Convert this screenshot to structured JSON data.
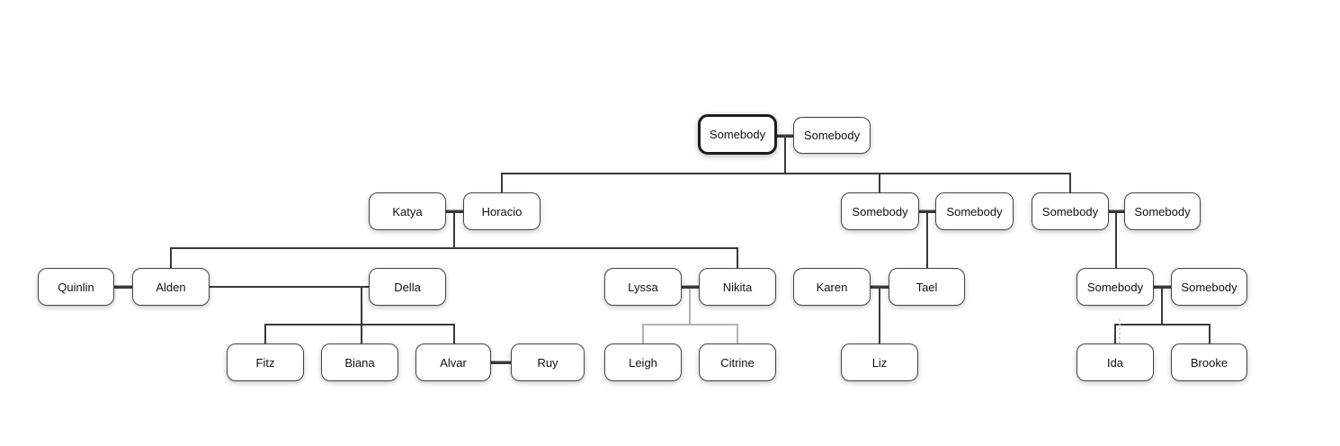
{
  "colors": {
    "link": "#3a3a3a",
    "link_muted": "#b3b3b3",
    "link_dotted": "#bdbdbd",
    "node_border": "#444444",
    "node_border_highlight": "#1c1c1c",
    "node_background": "#ffffff",
    "text": "#111111",
    "page_background": "#ffffff"
  },
  "tree": {
    "nodes": [
      {
        "label": "Somebody",
        "highlighted": true
      },
      {
        "label": "Somebody",
        "highlighted": false
      },
      {
        "label": "Katya",
        "highlighted": false
      },
      {
        "label": "Horacio",
        "highlighted": false
      },
      {
        "label": "Somebody",
        "highlighted": false
      },
      {
        "label": "Somebody",
        "highlighted": false
      },
      {
        "label": "Somebody",
        "highlighted": false
      },
      {
        "label": "Somebody",
        "highlighted": false
      },
      {
        "label": "Quinlin",
        "highlighted": false
      },
      {
        "label": "Alden",
        "highlighted": false
      },
      {
        "label": "Della",
        "highlighted": false
      },
      {
        "label": "Lyssa",
        "highlighted": false
      },
      {
        "label": "Nikita",
        "highlighted": false
      },
      {
        "label": "Karen",
        "highlighted": false
      },
      {
        "label": "Tael",
        "highlighted": false
      },
      {
        "label": "Somebody",
        "highlighted": false
      },
      {
        "label": "Somebody",
        "highlighted": false
      },
      {
        "label": "Fitz",
        "highlighted": false
      },
      {
        "label": "Biana",
        "highlighted": false
      },
      {
        "label": "Alvar",
        "highlighted": false
      },
      {
        "label": "Ruy",
        "highlighted": false
      },
      {
        "label": "Leigh",
        "highlighted": false
      },
      {
        "label": "Citrine",
        "highlighted": false
      },
      {
        "label": "Liz",
        "highlighted": false
      },
      {
        "label": "Ida",
        "highlighted": false
      },
      {
        "label": "Brooke",
        "highlighted": false
      }
    ],
    "families": [
      {
        "partners": [
          "Somebody",
          "Somebody"
        ],
        "children": [
          "Horacio",
          "Somebody",
          "Somebody"
        ],
        "link_style": "solid"
      },
      {
        "partners": [
          "Katya",
          "Horacio"
        ],
        "children": [
          "Alden",
          "Nikita"
        ],
        "link_style": "solid"
      },
      {
        "partners": [
          "Quinlin",
          "Alden"
        ],
        "children": [],
        "link_style": "solid"
      },
      {
        "partners": [
          "Alden",
          "Della"
        ],
        "children": [
          "Fitz",
          "Biana",
          "Alvar"
        ],
        "link_style": "thin-partnership"
      },
      {
        "partners": [
          "Alvar",
          "Ruy"
        ],
        "children": [],
        "link_style": "solid"
      },
      {
        "partners": [
          "Lyssa",
          "Nikita"
        ],
        "children": [
          "Leigh",
          "Citrine"
        ],
        "link_style": "muted"
      },
      {
        "partners": [
          "Somebody",
          "Somebody"
        ],
        "children": [
          "Tael"
        ],
        "link_style": "solid"
      },
      {
        "partners": [
          "Karen",
          "Tael"
        ],
        "children": [
          "Liz"
        ],
        "link_style": "solid"
      },
      {
        "partners": [
          "Somebody",
          "Somebody"
        ],
        "children": [
          "Somebody"
        ],
        "link_style": "solid"
      },
      {
        "partners": [
          "Somebody",
          "Somebody"
        ],
        "children": [
          "Ida",
          "Brooke"
        ],
        "link_style": "solid",
        "extra": "dotted link to Ida"
      }
    ]
  }
}
